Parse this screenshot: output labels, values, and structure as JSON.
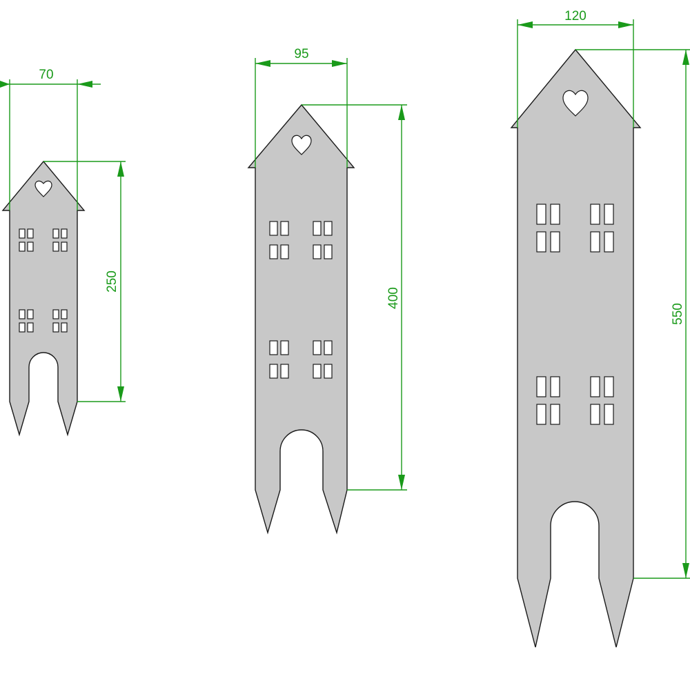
{
  "colors": {
    "body_fill": "#c8c8c8",
    "outline": "#1a1a1a",
    "dimension": "#1a9a1a",
    "background": "#ffffff"
  },
  "houses": [
    {
      "id": "small",
      "width_label": "70",
      "height_label": "250"
    },
    {
      "id": "medium",
      "width_label": "95",
      "height_label": "400"
    },
    {
      "id": "large",
      "width_label": "120",
      "height_label": "550"
    }
  ]
}
